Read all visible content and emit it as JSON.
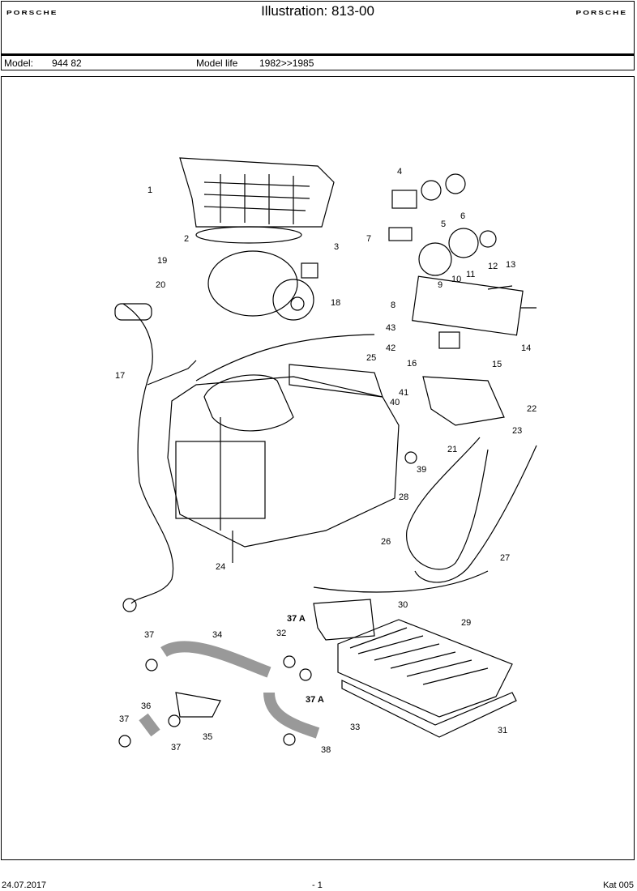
{
  "header": {
    "brand_left": "PORSCHE",
    "brand_right": "PORSCHE",
    "title": "Illustration: 813-00"
  },
  "model_row": {
    "model_label": "Model:",
    "model_value": "944 82",
    "life_label": "Model life",
    "life_value": "1982>>1985"
  },
  "diagram": {
    "part_numbers": [
      "1",
      "2",
      "3",
      "4",
      "5",
      "6",
      "7",
      "8",
      "9",
      "10",
      "11",
      "12",
      "13",
      "14",
      "15",
      "16",
      "17",
      "18",
      "19",
      "20",
      "21",
      "22",
      "23",
      "24",
      "25",
      "26",
      "27",
      "28",
      "29",
      "30",
      "31",
      "32",
      "33",
      "34",
      "35",
      "36",
      "37",
      "37 A",
      "38",
      "39",
      "40",
      "41",
      "42",
      "43"
    ],
    "labels": {
      "p1": "1",
      "p2": "2",
      "p3": "3",
      "p4": "4",
      "p5": "5",
      "p6": "6",
      "p7": "7",
      "p8": "8",
      "p9": "9",
      "p10": "10",
      "p11": "11",
      "p12": "12",
      "p13": "13",
      "p14": "14",
      "p15": "15",
      "p16": "16",
      "p17": "17",
      "p18": "18",
      "p19": "19",
      "p20": "20",
      "p21": "21",
      "p22": "22",
      "p23": "23",
      "p24": "24",
      "p25": "25",
      "p26": "26",
      "p27": "27",
      "p28": "28",
      "p29": "29",
      "p30": "30",
      "p31": "31",
      "p32": "32",
      "p33": "33",
      "p34": "34",
      "p35": "35",
      "p36": "36",
      "p37a": "37",
      "p37b": "37",
      "p37c": "37",
      "p37A1": "37 A",
      "p37A2": "37 A",
      "p38": "38",
      "p39": "39",
      "p40": "40",
      "p41": "41",
      "p42": "42",
      "p43": "43"
    }
  },
  "footer": {
    "date": "24.07.2017",
    "page": "- 1",
    "catalog": "Kat 005"
  }
}
